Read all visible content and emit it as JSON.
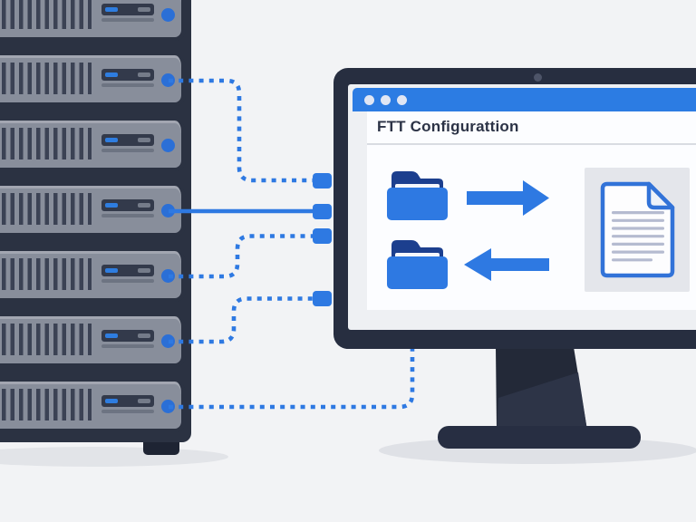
{
  "scene": {
    "description": "Flat illustration of a rack of servers connected by blue cables to a desktop monitor displaying a file-transfer configuration window",
    "background_color": "#f2f3f5"
  },
  "rack": {
    "servers": [
      {
        "name": "server-1"
      },
      {
        "name": "server-2"
      },
      {
        "name": "server-3"
      },
      {
        "name": "server-4"
      },
      {
        "name": "server-5"
      },
      {
        "name": "server-6"
      },
      {
        "name": "server-7"
      }
    ]
  },
  "connections": [
    {
      "from": "server-2",
      "to": "port-1",
      "style": "dotted"
    },
    {
      "from": "server-4",
      "to": "port-2",
      "style": "solid"
    },
    {
      "from": "server-5",
      "to": "port-3",
      "style": "dotted"
    },
    {
      "from": "server-6",
      "to": "port-4",
      "style": "dotted"
    },
    {
      "from": "server-7",
      "to": "monitor-bottom",
      "style": "dotted"
    }
  ],
  "monitor": {
    "window": {
      "control_dots": 3,
      "title": "FTT Configurattion",
      "content_icons": [
        "open-folder",
        "arrow-right",
        "open-folder",
        "arrow-left",
        "document"
      ]
    }
  },
  "colors": {
    "accent_blue": "#2e79e2",
    "dark_navy": "#2b3242",
    "folder_back_navy": "#1c3f8e",
    "server_gray": "#888e9b",
    "screen_gray": "#eef0f3",
    "window_white": "#fcfdff",
    "doc_panel_gray": "#e4e6eb",
    "title_text": "#2c3346"
  }
}
